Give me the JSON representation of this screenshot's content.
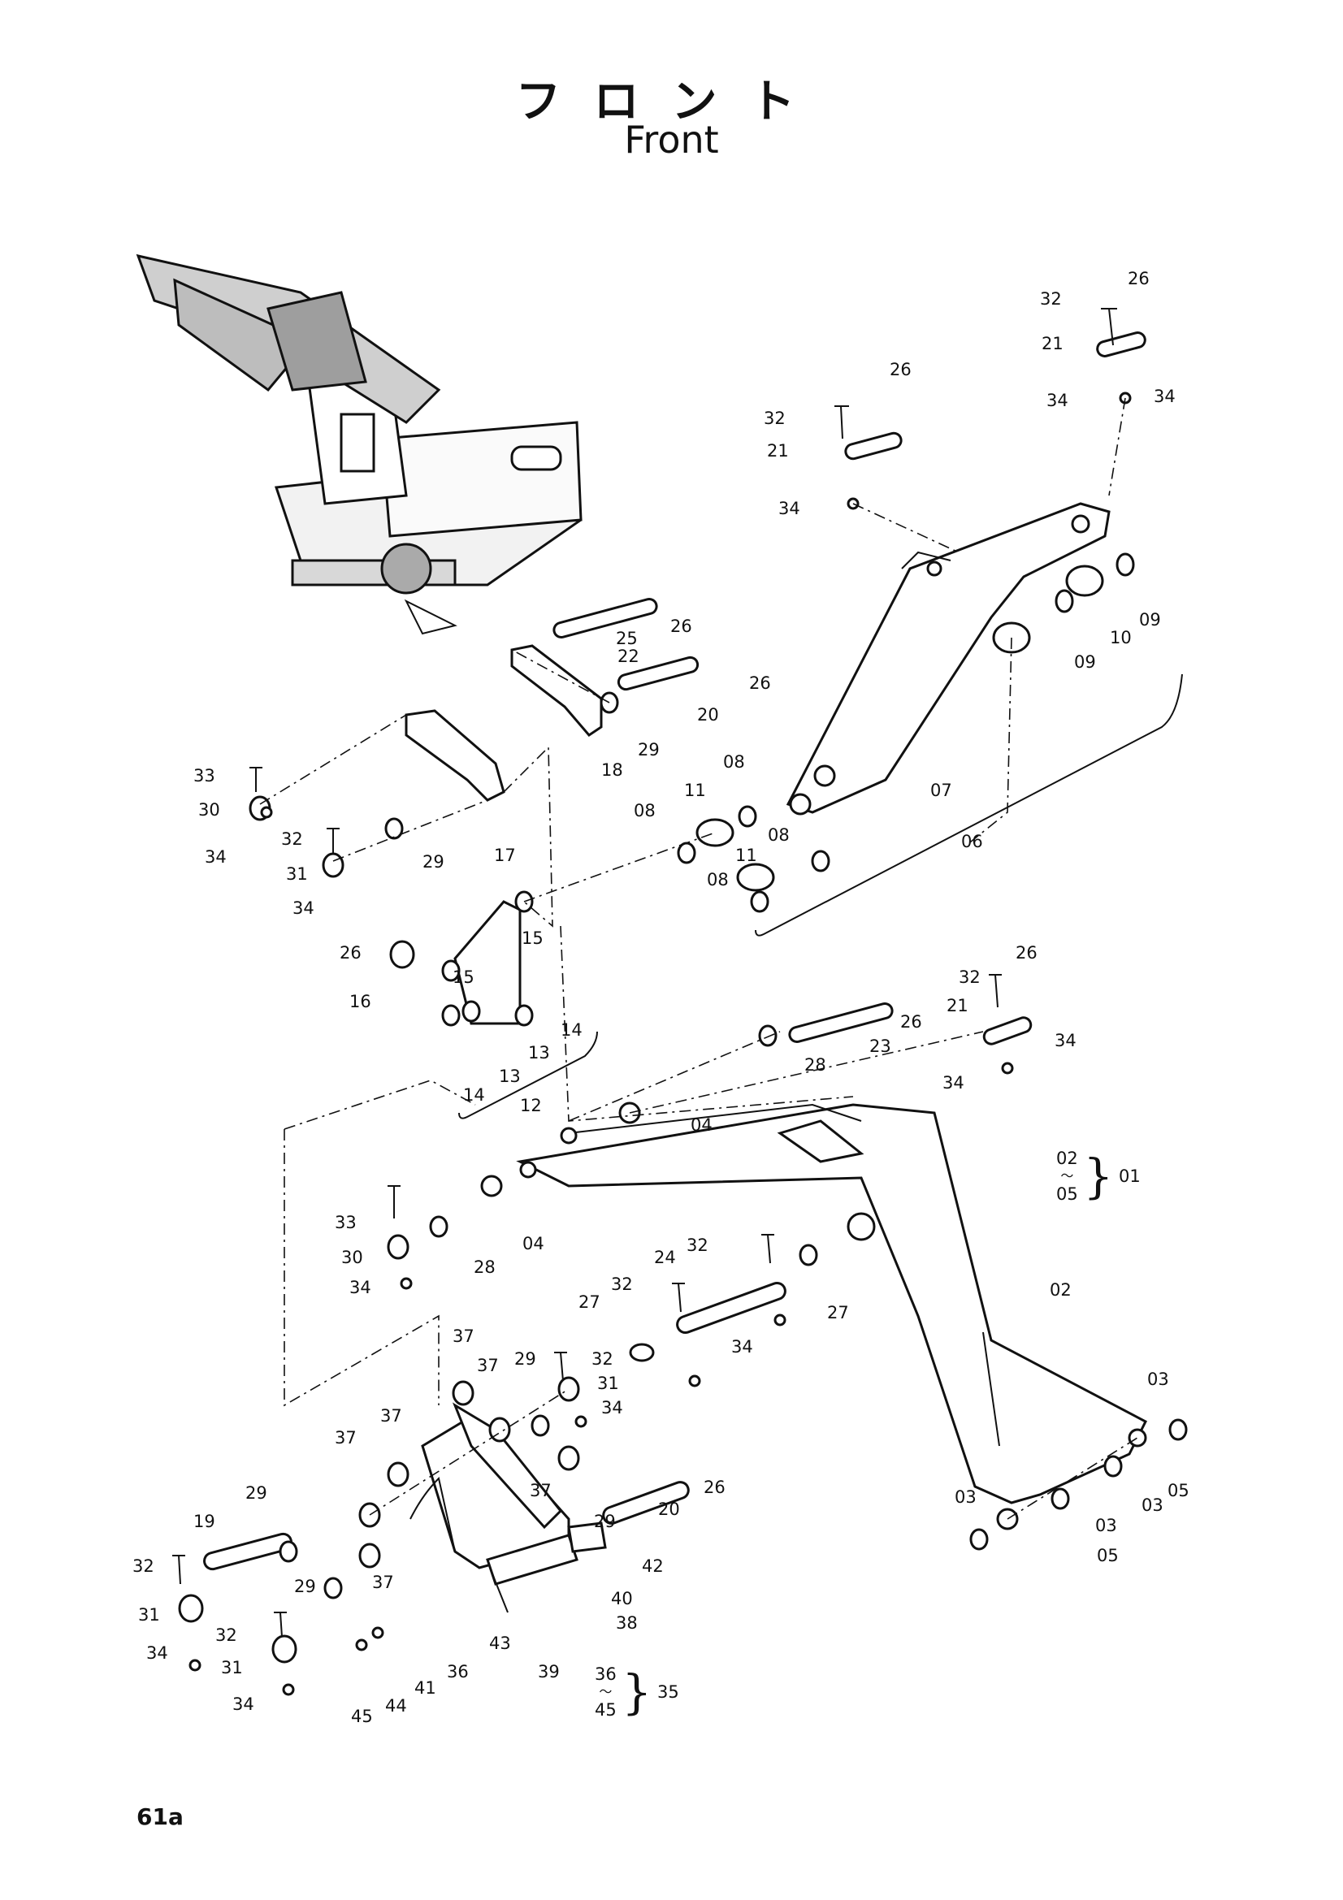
{
  "title_jp": "フロント",
  "title_en": "Front",
  "page_number": "61a",
  "callouts": [
    {
      "id": "c-26-a",
      "text": "26"
    },
    {
      "id": "c-32-a",
      "text": "32"
    },
    {
      "id": "c-21-a",
      "text": "21"
    },
    {
      "id": "c-34-a",
      "text": "34"
    },
    {
      "id": "c-34-b",
      "text": "34"
    },
    {
      "id": "c-26-b",
      "text": "26"
    },
    {
      "id": "c-32-b",
      "text": "32"
    },
    {
      "id": "c-21-b",
      "text": "21"
    },
    {
      "id": "c-34-c",
      "text": "34"
    },
    {
      "id": "c-22",
      "text": "22"
    },
    {
      "id": "c-25",
      "text": "25"
    },
    {
      "id": "c-26-c",
      "text": "26"
    },
    {
      "id": "c-26-d",
      "text": "26"
    },
    {
      "id": "c-20-a",
      "text": "20"
    },
    {
      "id": "c-29-a",
      "text": "29"
    },
    {
      "id": "c-18",
      "text": "18"
    },
    {
      "id": "c-09-a",
      "text": "09"
    },
    {
      "id": "c-10",
      "text": "10"
    },
    {
      "id": "c-09-b",
      "text": "09"
    },
    {
      "id": "c-07",
      "text": "07"
    },
    {
      "id": "c-06",
      "text": "06"
    },
    {
      "id": "c-08-a",
      "text": "08"
    },
    {
      "id": "c-11-a",
      "text": "11"
    },
    {
      "id": "c-08-b",
      "text": "08"
    },
    {
      "id": "c-08-c",
      "text": "08"
    },
    {
      "id": "c-11-b",
      "text": "11"
    },
    {
      "id": "c-08-d",
      "text": "08"
    },
    {
      "id": "c-33-a",
      "text": "33"
    },
    {
      "id": "c-30-a",
      "text": "30"
    },
    {
      "id": "c-34-d",
      "text": "34"
    },
    {
      "id": "c-32-c",
      "text": "32"
    },
    {
      "id": "c-31-a",
      "text": "31"
    },
    {
      "id": "c-34-e",
      "text": "34"
    },
    {
      "id": "c-29-b",
      "text": "29"
    },
    {
      "id": "c-17",
      "text": "17"
    },
    {
      "id": "c-26-e",
      "text": "26"
    },
    {
      "id": "c-16",
      "text": "16"
    },
    {
      "id": "c-15-a",
      "text": "15"
    },
    {
      "id": "c-15-b",
      "text": "15"
    },
    {
      "id": "c-14-a",
      "text": "14"
    },
    {
      "id": "c-13-a",
      "text": "13"
    },
    {
      "id": "c-13-b",
      "text": "13"
    },
    {
      "id": "c-14-b",
      "text": "14"
    },
    {
      "id": "c-12",
      "text": "12"
    },
    {
      "id": "c-26-f",
      "text": "26"
    },
    {
      "id": "c-32-d",
      "text": "32"
    },
    {
      "id": "c-21-c",
      "text": "21"
    },
    {
      "id": "c-26-g",
      "text": "26"
    },
    {
      "id": "c-23",
      "text": "23"
    },
    {
      "id": "c-28-a",
      "text": "28"
    },
    {
      "id": "c-34-f",
      "text": "34"
    },
    {
      "id": "c-34-g",
      "text": "34"
    },
    {
      "id": "c-04-a",
      "text": "04"
    },
    {
      "id": "c-33-b",
      "text": "33"
    },
    {
      "id": "c-04-b",
      "text": "04"
    },
    {
      "id": "c-30-b",
      "text": "30"
    },
    {
      "id": "c-28-b",
      "text": "28"
    },
    {
      "id": "c-34-h",
      "text": "34"
    },
    {
      "id": "c-32-e",
      "text": "32"
    },
    {
      "id": "c-24",
      "text": "24"
    },
    {
      "id": "c-32-f",
      "text": "32"
    },
    {
      "id": "c-27-a",
      "text": "27"
    },
    {
      "id": "c-27-b",
      "text": "27"
    },
    {
      "id": "c-34-i",
      "text": "34"
    },
    {
      "id": "c-02",
      "text": "02"
    },
    {
      "id": "c-37-a",
      "text": "37"
    },
    {
      "id": "c-37-b",
      "text": "37"
    },
    {
      "id": "c-29-c",
      "text": "29"
    },
    {
      "id": "c-32-g",
      "text": "32"
    },
    {
      "id": "c-31-b",
      "text": "31"
    },
    {
      "id": "c-34-j",
      "text": "34"
    },
    {
      "id": "c-37-c",
      "text": "37"
    },
    {
      "id": "c-37-d",
      "text": "37"
    },
    {
      "id": "c-37-e",
      "text": "37"
    },
    {
      "id": "c-26-h",
      "text": "26"
    },
    {
      "id": "c-29-d",
      "text": "29"
    },
    {
      "id": "c-20-b",
      "text": "20"
    },
    {
      "id": "c-19",
      "text": "19"
    },
    {
      "id": "c-29-e",
      "text": "29"
    },
    {
      "id": "c-37-f",
      "text": "37"
    },
    {
      "id": "c-42",
      "text": "42"
    },
    {
      "id": "c-40",
      "text": "40"
    },
    {
      "id": "c-38",
      "text": "38"
    },
    {
      "id": "c-32-h",
      "text": "32"
    },
    {
      "id": "c-31-c",
      "text": "31"
    },
    {
      "id": "c-29-f",
      "text": "29"
    },
    {
      "id": "c-32-i",
      "text": "32"
    },
    {
      "id": "c-31-d",
      "text": "31"
    },
    {
      "id": "c-34-k",
      "text": "34"
    },
    {
      "id": "c-34-l",
      "text": "34"
    },
    {
      "id": "c-43",
      "text": "43"
    },
    {
      "id": "c-36",
      "text": "36"
    },
    {
      "id": "c-39",
      "text": "39"
    },
    {
      "id": "c-41",
      "text": "41"
    },
    {
      "id": "c-44",
      "text": "44"
    },
    {
      "id": "c-45",
      "text": "45"
    },
    {
      "id": "c-03-a",
      "text": "03"
    },
    {
      "id": "c-05-a",
      "text": "05"
    },
    {
      "id": "c-03-b",
      "text": "03"
    },
    {
      "id": "c-03-c",
      "text": "03"
    },
    {
      "id": "c-03-d",
      "text": "03"
    },
    {
      "id": "c-05-b",
      "text": "05"
    }
  ],
  "groups": [
    {
      "id": "g-01",
      "from": "02",
      "tilde": "〜",
      "to": "05",
      "parent": "01"
    },
    {
      "id": "g-35",
      "from": "36",
      "tilde": "〜",
      "to": "45",
      "parent": "35"
    }
  ]
}
